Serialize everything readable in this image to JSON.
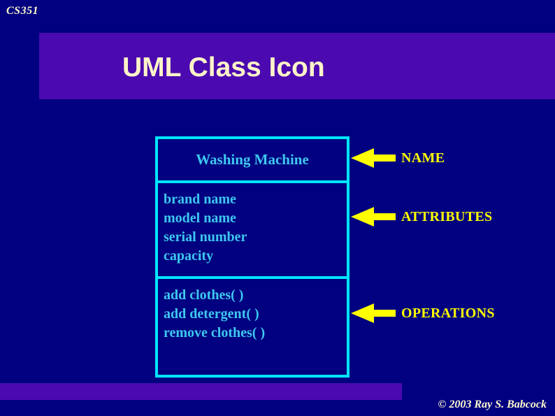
{
  "slide": {
    "course_code": "CS351",
    "title": "UML Class Icon",
    "copyright": "© 2003  Ray S. Babcock",
    "colors": {
      "background": "#000080",
      "banner": "#4b09b0",
      "title_text": "#fdf3c8",
      "box_border": "#00e5ff",
      "box_text": "#3ec8f0",
      "arrow": "#ffff00",
      "label_text": "#ffff00",
      "header_text": "#fffacd"
    }
  },
  "class_icon": {
    "name": "Washing Machine",
    "attributes": [
      "brand name",
      "model name",
      "serial number",
      "capacity"
    ],
    "operations": [
      "add clothes( )",
      "add detergent( )",
      "remove clothes( )"
    ]
  },
  "callouts": [
    {
      "label": "NAME",
      "icon": "left-arrow-icon"
    },
    {
      "label": "ATTRIBUTES",
      "icon": "left-arrow-icon"
    },
    {
      "label": "OPERATIONS",
      "icon": "left-arrow-icon"
    }
  ]
}
